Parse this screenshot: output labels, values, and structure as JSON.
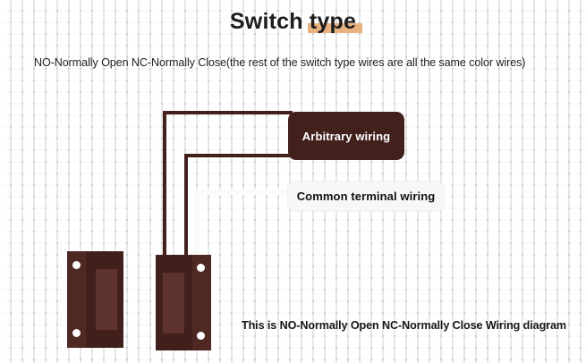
{
  "page": {
    "background_color": "#ebebeb",
    "grid": "light-gray-graph-paper"
  },
  "header": {
    "title_prefix": "Switch ",
    "title_highlight": "type",
    "highlight_color": "#e8b180",
    "subtitle": "NO-Normally Open NC-Normally Close(the rest of the switch type wires are all the same color wires)"
  },
  "labels": {
    "arbitrary_wiring": "Arbitrary wiring",
    "common_terminal_wiring": "Common terminal wiring",
    "dark_box_color": "#42211d",
    "light_box_color": "#f7f7f7"
  },
  "diagram": {
    "caption": "This is NO-Normally Open NC-Normally Close Wiring diagram",
    "wire_color_signal": "#43201c",
    "wire_color_common": "#fbfbfb",
    "switch_body_color": "#41201c",
    "switch_panel_color": "#5e322d"
  }
}
